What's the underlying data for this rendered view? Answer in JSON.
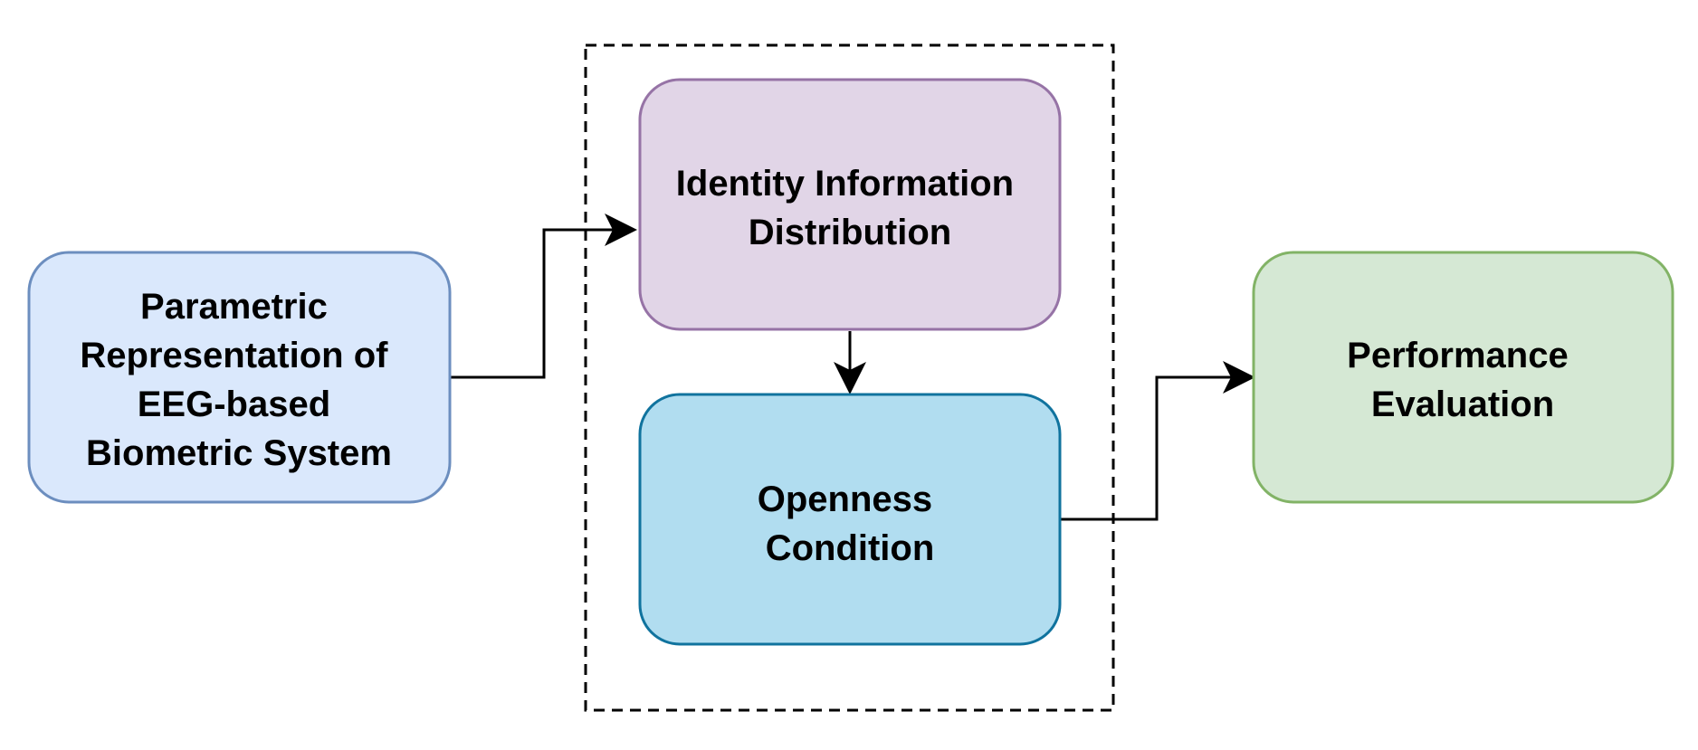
{
  "nodes": {
    "parametric": {
      "lines": [
        "Parametric",
        "Representation of",
        "EEG-based",
        "Biometric System"
      ],
      "fill": "#dae8fc",
      "stroke": "#6c8ebf"
    },
    "identity": {
      "lines": [
        "Identity Information",
        "Distribution"
      ],
      "fill": "#e1d5e7",
      "stroke": "#9673a6"
    },
    "openness": {
      "lines": [
        "Openness",
        "Condition"
      ],
      "fill": "#b1ddf0",
      "stroke": "#10739e"
    },
    "performance": {
      "lines": [
        "Performance",
        "Evaluation"
      ],
      "fill": "#d5e8d4",
      "stroke": "#82b366"
    }
  },
  "edges": [
    {
      "from": "parametric",
      "to": "identity"
    },
    {
      "from": "identity",
      "to": "openness"
    },
    {
      "from": "openness",
      "to": "performance"
    }
  ],
  "group": {
    "members": [
      "identity",
      "openness"
    ],
    "style": "dashed",
    "stroke": "#000000"
  }
}
